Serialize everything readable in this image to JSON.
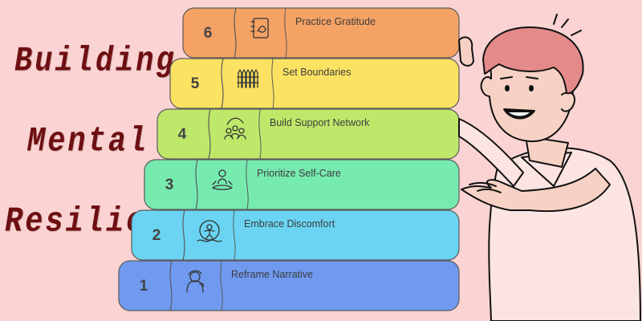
{
  "title_lines": [
    "Building",
    "Mental",
    "Resilience"
  ],
  "steps": [
    {
      "number": "6",
      "label": "Practice Gratitude",
      "color": "#f5a265",
      "icon": "journal-icon"
    },
    {
      "number": "5",
      "label": "Set Boundaries",
      "color": "#fbe262",
      "icon": "fence-icon"
    },
    {
      "number": "4",
      "label": "Build Support Network",
      "color": "#bfe86a",
      "icon": "people-network-icon"
    },
    {
      "number": "3",
      "label": "Prioritize Self-Care",
      "color": "#77eab0",
      "icon": "meditation-icon"
    },
    {
      "number": "2",
      "label": "Embrace Discomfort",
      "color": "#6ad4f2",
      "icon": "person-in-circle-icon"
    },
    {
      "number": "1",
      "label": "Reframe Narrative",
      "color": "#6f9af0",
      "icon": "person-thinking-icon"
    }
  ],
  "colors": {
    "background": "#fbd3d3",
    "title_text": "#6e0f12",
    "skin": "#f7d2c4",
    "hair": "#e58a8a"
  }
}
